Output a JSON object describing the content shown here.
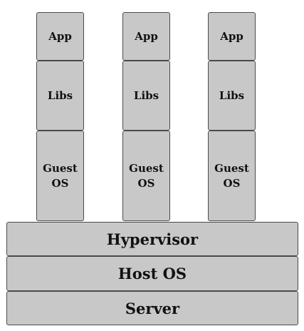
{
  "stacks": [
    {
      "app": "App",
      "libs": "Libs",
      "guest_os": "Guest\nOS"
    },
    {
      "app": "App",
      "libs": "Libs",
      "guest_os": "Guest\nOS"
    },
    {
      "app": "App",
      "libs": "Libs",
      "guest_os": "Guest\nOS"
    }
  ],
  "layers": {
    "hypervisor": "Hypervisor",
    "host_os": "Host OS",
    "server": "Server"
  },
  "colors": {
    "box_fill": "#c8c8c8",
    "box_border": "#4a4a4a",
    "text": "#111111"
  }
}
